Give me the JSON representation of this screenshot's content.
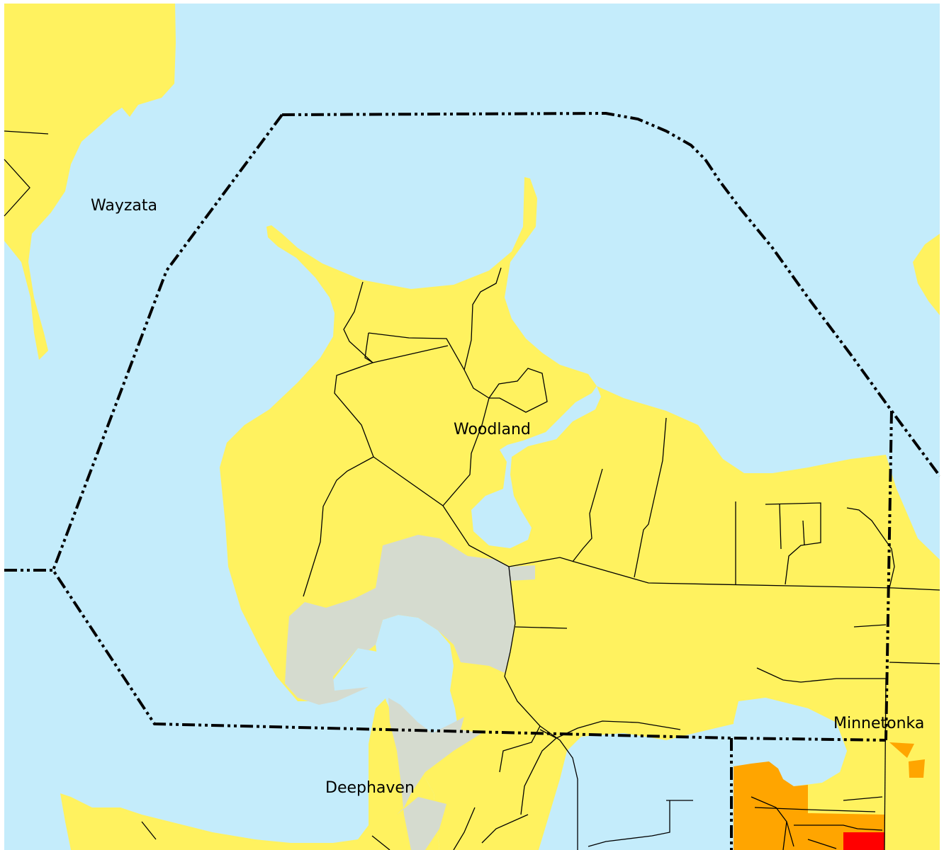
{
  "labels": {
    "wayzata": "Wayzata",
    "woodland": "Woodland",
    "deephaven": "Deephaven",
    "minnetonka": "Minnetonka"
  },
  "colors": {
    "water": "#c4ecfb",
    "land": "#fff25f",
    "developed": "#d5dbcf",
    "orange_zone": "#ffa500",
    "red_zone": "#ff0000",
    "road": "#000000",
    "boundary": "#000000"
  },
  "legend_semantics": {
    "boundary_style": "dash-dot-dot"
  }
}
